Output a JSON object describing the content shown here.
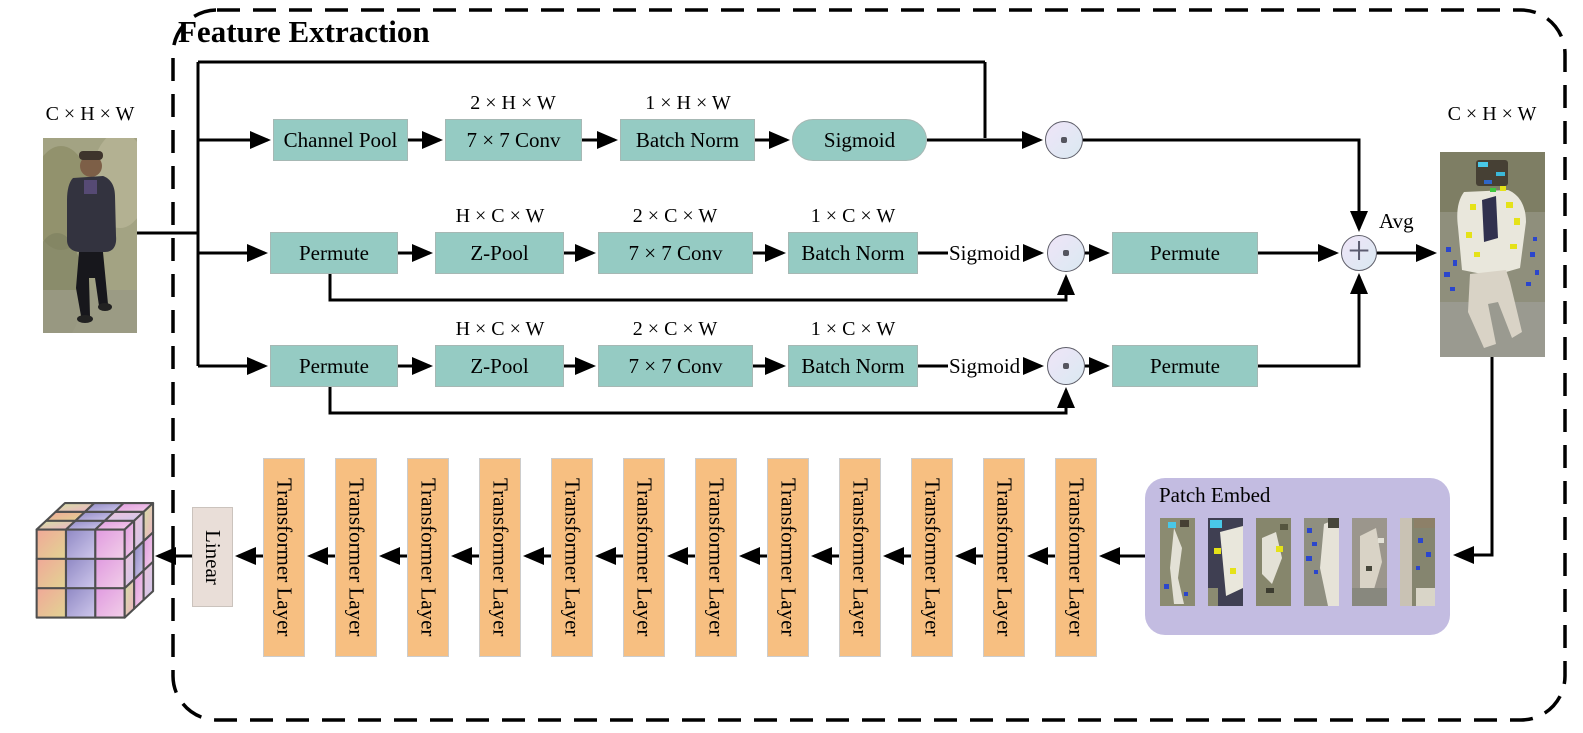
{
  "title": "Feature Extraction",
  "input_image": {
    "dim_label": "C × H × W"
  },
  "output_image": {
    "dim_label": "C × H × W"
  },
  "avg_label": "Avg",
  "spatial_branch": {
    "channel_pool": "Channel Pool",
    "conv": "7 × 7 Conv",
    "conv_dim": "2 × H × W",
    "batch_norm": "Batch Norm",
    "batch_norm_dim": "1 × H × W",
    "sigmoid": "Sigmoid"
  },
  "channel_branch_top": {
    "permute_in": "Permute",
    "zpool": "Z-Pool",
    "zpool_dim": "H × C × W",
    "conv": "7 × 7 Conv",
    "conv_dim": "2 × C × W",
    "batch_norm": "Batch Norm",
    "batch_norm_dim": "1 × C × W",
    "sigmoid": "Sigmoid",
    "permute_out": "Permute"
  },
  "channel_branch_bottom": {
    "permute_in": "Permute",
    "zpool": "Z-Pool",
    "zpool_dim": "H × C × W",
    "conv": "7 × 7 Conv",
    "conv_dim": "2 × C × W",
    "batch_norm": "Batch Norm",
    "batch_norm_dim": "1 × C × W",
    "sigmoid": "Sigmoid",
    "permute_out": "Permute"
  },
  "operators": {
    "add": "+",
    "multiply_icon": "elementwise-multiply",
    "add_icon": "elementwise-add"
  },
  "patch_embed": {
    "label": "Patch Embed",
    "num_patches": 6
  },
  "transformer": {
    "label": "Transformer Layer",
    "count": 12
  },
  "linear": {
    "label": "Linear"
  }
}
